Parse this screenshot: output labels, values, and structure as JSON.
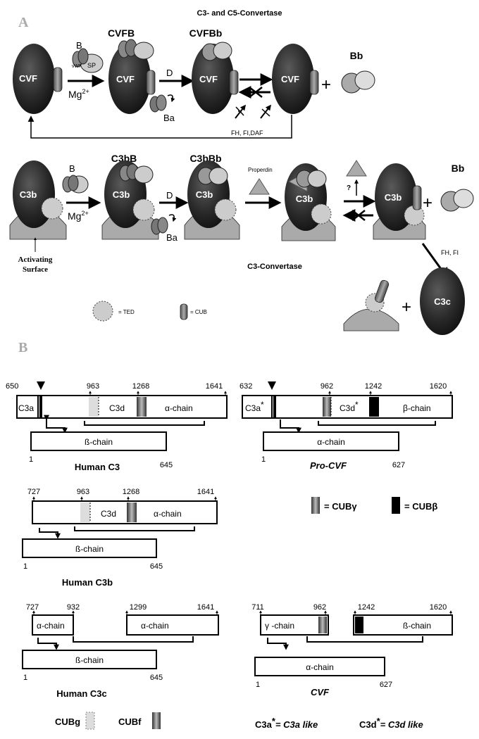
{
  "panel_a": {
    "letter": "A",
    "title": "C3- and C5-Convertase",
    "cvf": "CVF",
    "cvfb": "CVFB",
    "cvfbb": "CVFBb",
    "b": "B",
    "vwf": "vWF",
    "sp": "SP",
    "mg": "Mg",
    "mg_sup": "2+",
    "d": "D",
    "ba": "Ba",
    "bb": "Bb",
    "plus": "+",
    "regulators_top": "FH, FI,DAF",
    "c3b": "C3b",
    "c3bb": "C3bB",
    "c3bbb": "C3bBb",
    "properdin": "Properdin",
    "question": "?",
    "activating": "Activating",
    "surface": "Surface",
    "c3_convertase": "C3-Convertase",
    "regulators_bottom": "FH, FI",
    "c3c": "C3c",
    "legend_ted": "= TED",
    "legend_cub": "= CUB"
  },
  "panel_b": {
    "letter": "B",
    "human_c3": {
      "n650": "650",
      "n963": "963",
      "n1268": "1268",
      "n1641": "1641",
      "c3a": "C3a",
      "c3d": "C3d",
      "alpha": "α-chain",
      "beta": "ß-chain",
      "n1": "1",
      "n645": "645",
      "name": "Human C3"
    },
    "pro_cvf": {
      "n632": "632",
      "n962": "962",
      "n1242": "1242",
      "n1620": "1620",
      "c3a": "C3a",
      "c3d": "C3d",
      "star": "*",
      "beta": "β-chain",
      "alpha": "α-chain",
      "n1": "1",
      "n627": "627",
      "name": "Pro-CVF"
    },
    "human_c3b": {
      "n727": "727",
      "n963": "963",
      "n1268": "1268",
      "n1641": "1641",
      "c3d": "C3d",
      "alpha": "α-chain",
      "beta": "ß-chain",
      "n1": "1",
      "n645": "645",
      "name": "Human C3b"
    },
    "human_c3c": {
      "n727": "727",
      "n932": "932",
      "n1299": "1299",
      "n1641": "1641",
      "alpha": "α-chain",
      "beta": "ß-chain",
      "n1": "1",
      "n645": "645",
      "name": "Human C3c"
    },
    "cvf": {
      "n711": "711",
      "n962": "962",
      "n1242": "1242",
      "n1620": "1620",
      "gamma": "γ -chain",
      "beta": "ß-chain",
      "alpha": "α-chain",
      "n1": "1",
      "n627": "627",
      "name": "CVF"
    },
    "legend_cubg_right": "= CUBγ",
    "legend_cubb_right": "= CUBβ",
    "legend_cubg": "CUBg",
    "legend_cubf": "CUBf",
    "foot_c3a": "C3a",
    "foot_c3a_like": "= C3a like",
    "foot_c3d": "C3d",
    "foot_c3d_like": "= C3d like",
    "star": "*"
  }
}
